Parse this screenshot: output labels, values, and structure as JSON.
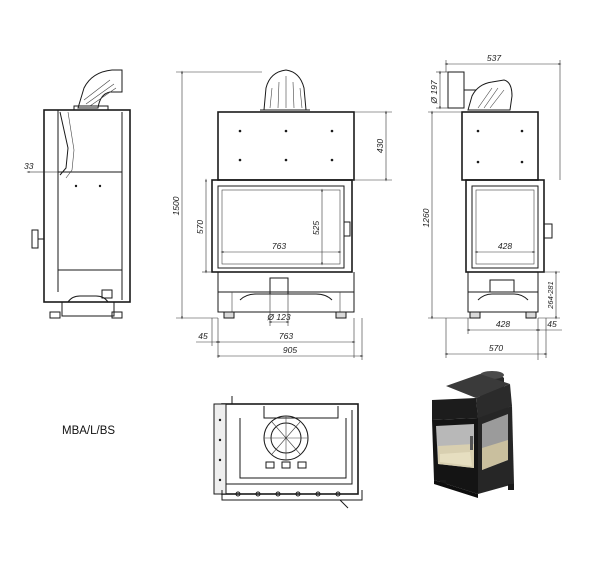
{
  "model_name": "MBA/L/BS",
  "dimensions": {
    "side_left": {
      "d33": "33"
    },
    "front": {
      "height_total": "1500",
      "top_panel": "430",
      "door_height": "570",
      "glass_height": "525",
      "glass_width": "763",
      "flue": "Ø 123",
      "margin_left": "45",
      "base_width": "763",
      "total_width": "905"
    },
    "side_right": {
      "depth_total": "537",
      "flue": "Ø 197",
      "height": "1260",
      "glass_width": "428",
      "base_range": "264-281",
      "base_width": "428",
      "margin_right": "45",
      "total_depth": "570"
    }
  }
}
